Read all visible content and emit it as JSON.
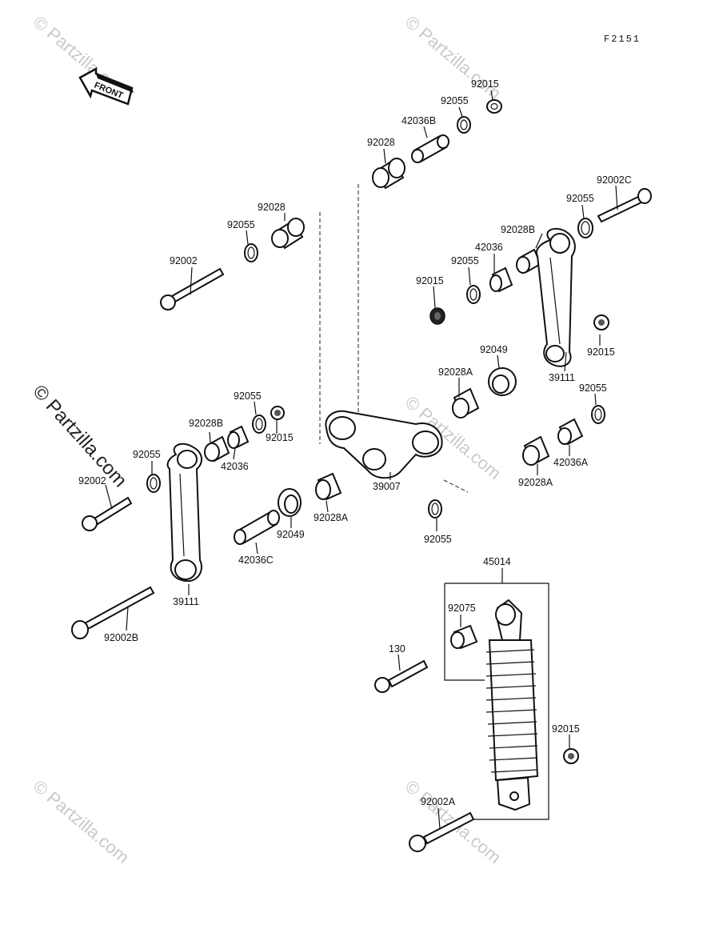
{
  "diagram_code": "F2151",
  "front_label": "FRONT",
  "watermark": "© Partzilla.com",
  "labels": {
    "l01": "92015",
    "l02": "92055",
    "l03": "42036B",
    "l04": "92028",
    "l05": "92002C",
    "l06": "92055",
    "l07": "92028",
    "l08": "92055",
    "l09": "92028B",
    "l10": "42036",
    "l11": "92055",
    "l12": "92002",
    "l13": "92015",
    "l14": "92015",
    "l15": "92049",
    "l16": "39111",
    "l17": "92028A",
    "l18": "92055",
    "l19": "92055",
    "l20": "92028B",
    "l21": "92015",
    "l22": "42036",
    "l23": "92055",
    "l24": "42036A",
    "l25": "92002",
    "l26": "39007",
    "l27": "92028A",
    "l28": "92028A",
    "l29": "92049",
    "l30": "42036C",
    "l31": "92055",
    "l32": "39111",
    "l33": "45014",
    "l34": "92075",
    "l35": "92002B",
    "l36": "130",
    "l37": "92015",
    "l38": "92002A"
  }
}
